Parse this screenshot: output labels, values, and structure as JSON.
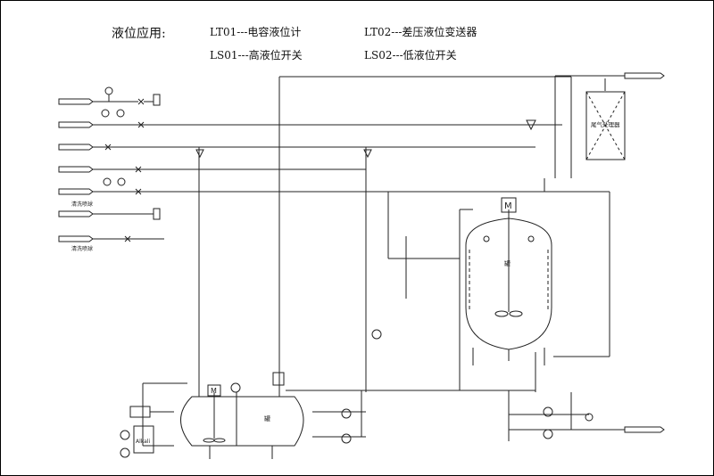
{
  "legend": {
    "heading": "液位应用:",
    "items": [
      {
        "code": "LT01",
        "text": "LT01---电容液位计"
      },
      {
        "code": "LT02",
        "text": "LT02---差压液位变送器"
      },
      {
        "code": "LS01",
        "text": "LS01---高液位开关"
      },
      {
        "code": "LS02",
        "text": "LS02---低液位开关"
      }
    ]
  },
  "main_vessel": {
    "label": "罐",
    "motor_label": "M"
  },
  "storage_tank": {
    "label": "罐",
    "motor_label": "M"
  },
  "exhaust_treatment": {
    "label": "尾气处理器"
  },
  "alkali_tank": {
    "label": "Alkali"
  },
  "cip_note": "清洗喷球"
}
